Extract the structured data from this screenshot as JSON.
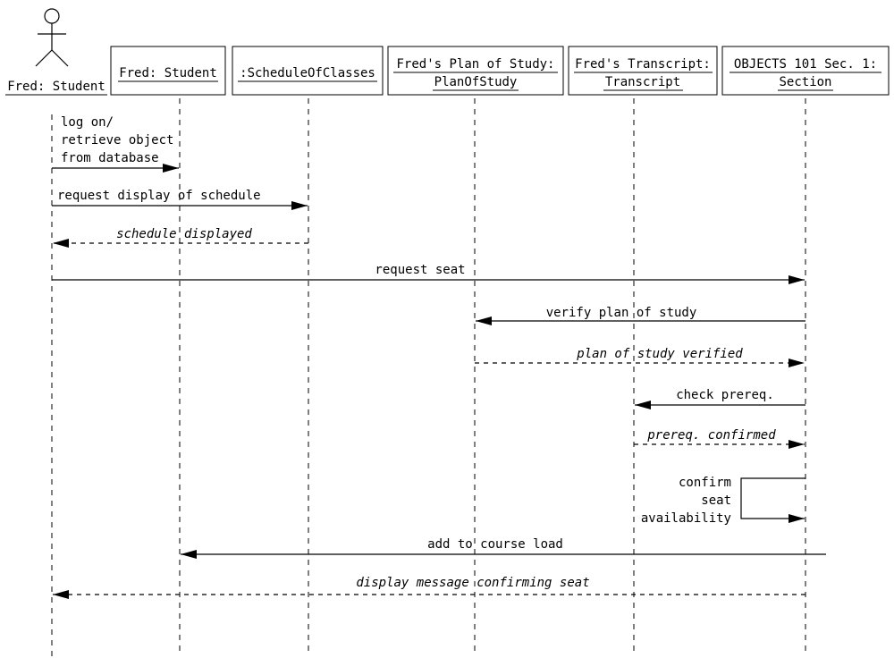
{
  "actor": {
    "label": "Fred: Student"
  },
  "objects": [
    {
      "id": "fred",
      "lines": [
        "Fred: Student"
      ]
    },
    {
      "id": "schedule",
      "lines": [
        ":ScheduleOfClasses"
      ]
    },
    {
      "id": "plan",
      "lines": [
        "Fred's Plan of Study:",
        "PlanOfStudy"
      ]
    },
    {
      "id": "transcript",
      "lines": [
        "Fred's Transcript:",
        "Transcript"
      ]
    },
    {
      "id": "section",
      "lines": [
        "OBJECTS 101 Sec. 1:",
        "Section"
      ]
    }
  ],
  "messages": [
    {
      "id": "log-on",
      "lines": [
        "log on/",
        "retrieve object",
        "from database"
      ],
      "style": "sync"
    },
    {
      "id": "request-display",
      "lines": [
        "request display of schedule"
      ],
      "style": "sync"
    },
    {
      "id": "schedule-displayed",
      "lines": [
        "schedule displayed"
      ],
      "style": "return"
    },
    {
      "id": "request-seat",
      "lines": [
        "request seat"
      ],
      "style": "sync"
    },
    {
      "id": "verify-plan",
      "lines": [
        "verify plan of study"
      ],
      "style": "sync"
    },
    {
      "id": "plan-verified",
      "lines": [
        "plan of study verified"
      ],
      "style": "return"
    },
    {
      "id": "check-prereq",
      "lines": [
        "check prereq."
      ],
      "style": "sync"
    },
    {
      "id": "prereq-confirmed",
      "lines": [
        "prereq. confirmed"
      ],
      "style": "return"
    },
    {
      "id": "confirm-seat",
      "lines": [
        "confirm",
        "seat",
        "availability"
      ],
      "style": "self"
    },
    {
      "id": "add-course",
      "lines": [
        "add to course load"
      ],
      "style": "sync"
    },
    {
      "id": "display-message",
      "lines": [
        "display message confirming seat"
      ],
      "style": "return"
    }
  ]
}
